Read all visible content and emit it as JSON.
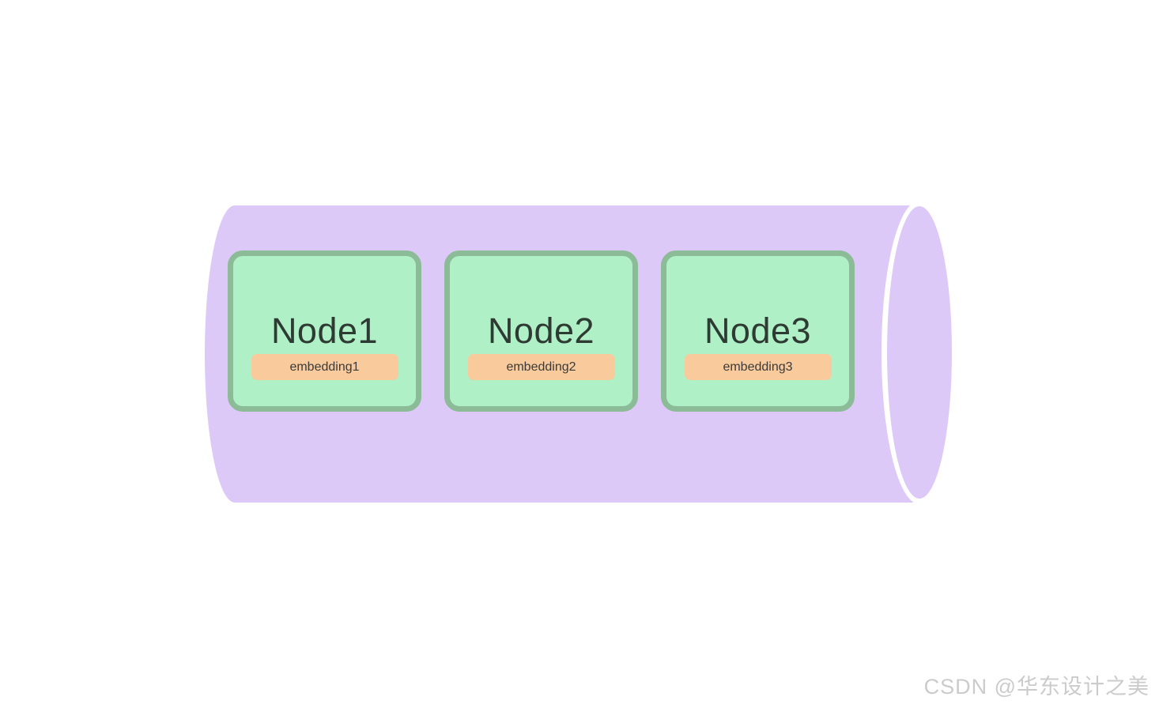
{
  "diagram": {
    "shape": "horizontal-cylinder",
    "nodes": [
      {
        "title": "Node1",
        "badge": "embedding1"
      },
      {
        "title": "Node2",
        "badge": "embedding2"
      },
      {
        "title": "Node3",
        "badge": "embedding3"
      }
    ],
    "colors": {
      "cylinder_fill": "#ddc9f8",
      "cap_separator": "#ffffff",
      "node_fill": "#aff0c6",
      "node_border": "#8cbb97",
      "badge_fill": "#f9cb9c",
      "title_text": "#2e3b33",
      "badge_text": "#3a3a3a",
      "watermark_text": "#cbcbcb"
    }
  },
  "watermark": {
    "text": "CSDN @华东设计之美"
  }
}
